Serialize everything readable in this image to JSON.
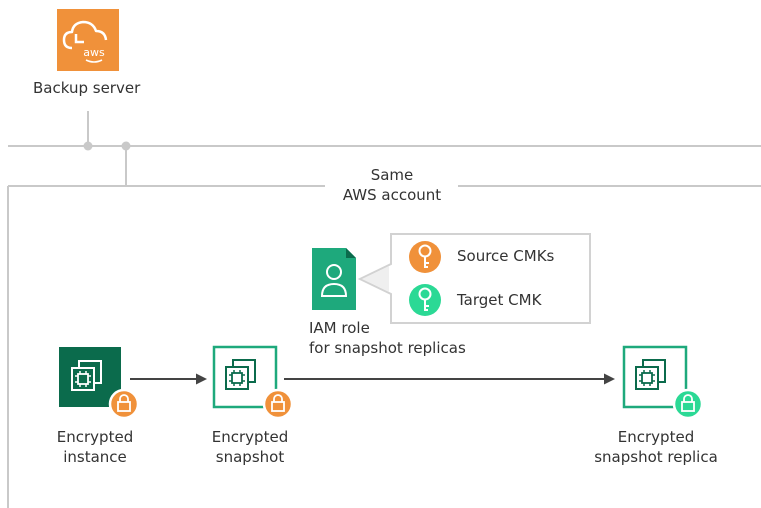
{
  "backup_server": {
    "label": "Backup server",
    "icon": "aws-cloud-backup-icon",
    "color": "#F0913A"
  },
  "account": {
    "line1": "Same",
    "line2": "AWS account"
  },
  "iam_role": {
    "icon": "iam-role-document-icon",
    "line1": "IAM role",
    "line2": "for snapshot replicas",
    "color": "#1EA97C"
  },
  "keys": {
    "source": {
      "label": "Source CMKs",
      "icon": "key-icon",
      "color": "#F0913A"
    },
    "target": {
      "label": "Target CMK",
      "icon": "key-icon",
      "color": "#2BD995"
    }
  },
  "nodes": {
    "instance": {
      "line1": "Encrypted",
      "line2": "instance",
      "icon": "ec2-instance-icon",
      "badge": "lock-icon"
    },
    "snapshot": {
      "line1": "Encrypted",
      "line2": "snapshot",
      "icon": "ec2-snapshot-icon",
      "badge": "lock-icon"
    },
    "replica": {
      "line1": "Encrypted",
      "line2": "snapshot replica",
      "icon": "ec2-snapshot-replica-icon",
      "badge": "lock-icon"
    }
  },
  "colors": {
    "dark_green": "#0B6B4C",
    "green": "#1EA97C",
    "orange": "#F0913A",
    "mint": "#2BD995",
    "line": "#C9C9C9",
    "arrow": "#444444"
  }
}
